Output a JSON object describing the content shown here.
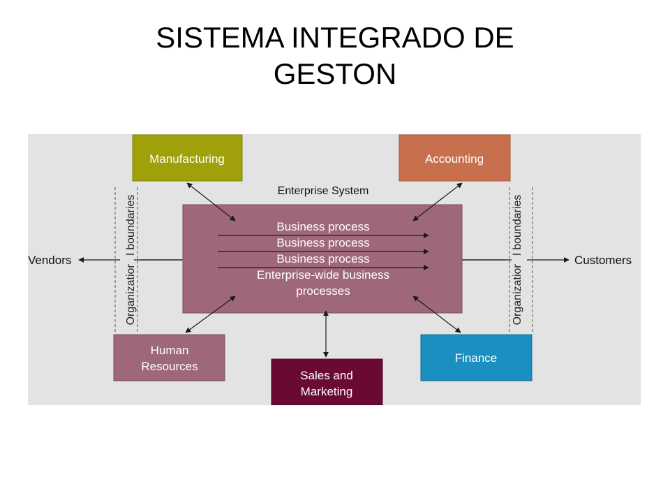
{
  "title": {
    "line1": "SISTEMA INTEGRADO DE",
    "line2": "GESTON"
  },
  "diagram": {
    "enterprise_system_label": "Enterprise System",
    "processes": [
      "Business process",
      "Business process",
      "Business process"
    ],
    "enterprise_wide_line1": "Enterprise-wide business",
    "enterprise_wide_line2": "processes",
    "boundary_label": "Organizational boundaries",
    "external": {
      "vendors": "Vendors",
      "customers": "Customers"
    },
    "departments": {
      "manufacturing": "Manufacturing",
      "accounting": "Accounting",
      "human_resources_line1": "Human",
      "human_resources_line2": "Resources",
      "sales_line1": "Sales and",
      "sales_line2": "Marketing",
      "finance": "Finance"
    },
    "colors": {
      "background": "#e3e3e3",
      "enterprise_box": "#9e6878",
      "manufacturing": "#a0a10a",
      "accounting": "#c8704e",
      "human_resources": "#9e6878",
      "sales_marketing": "#6a0a34",
      "finance": "#1a8fc0"
    }
  }
}
